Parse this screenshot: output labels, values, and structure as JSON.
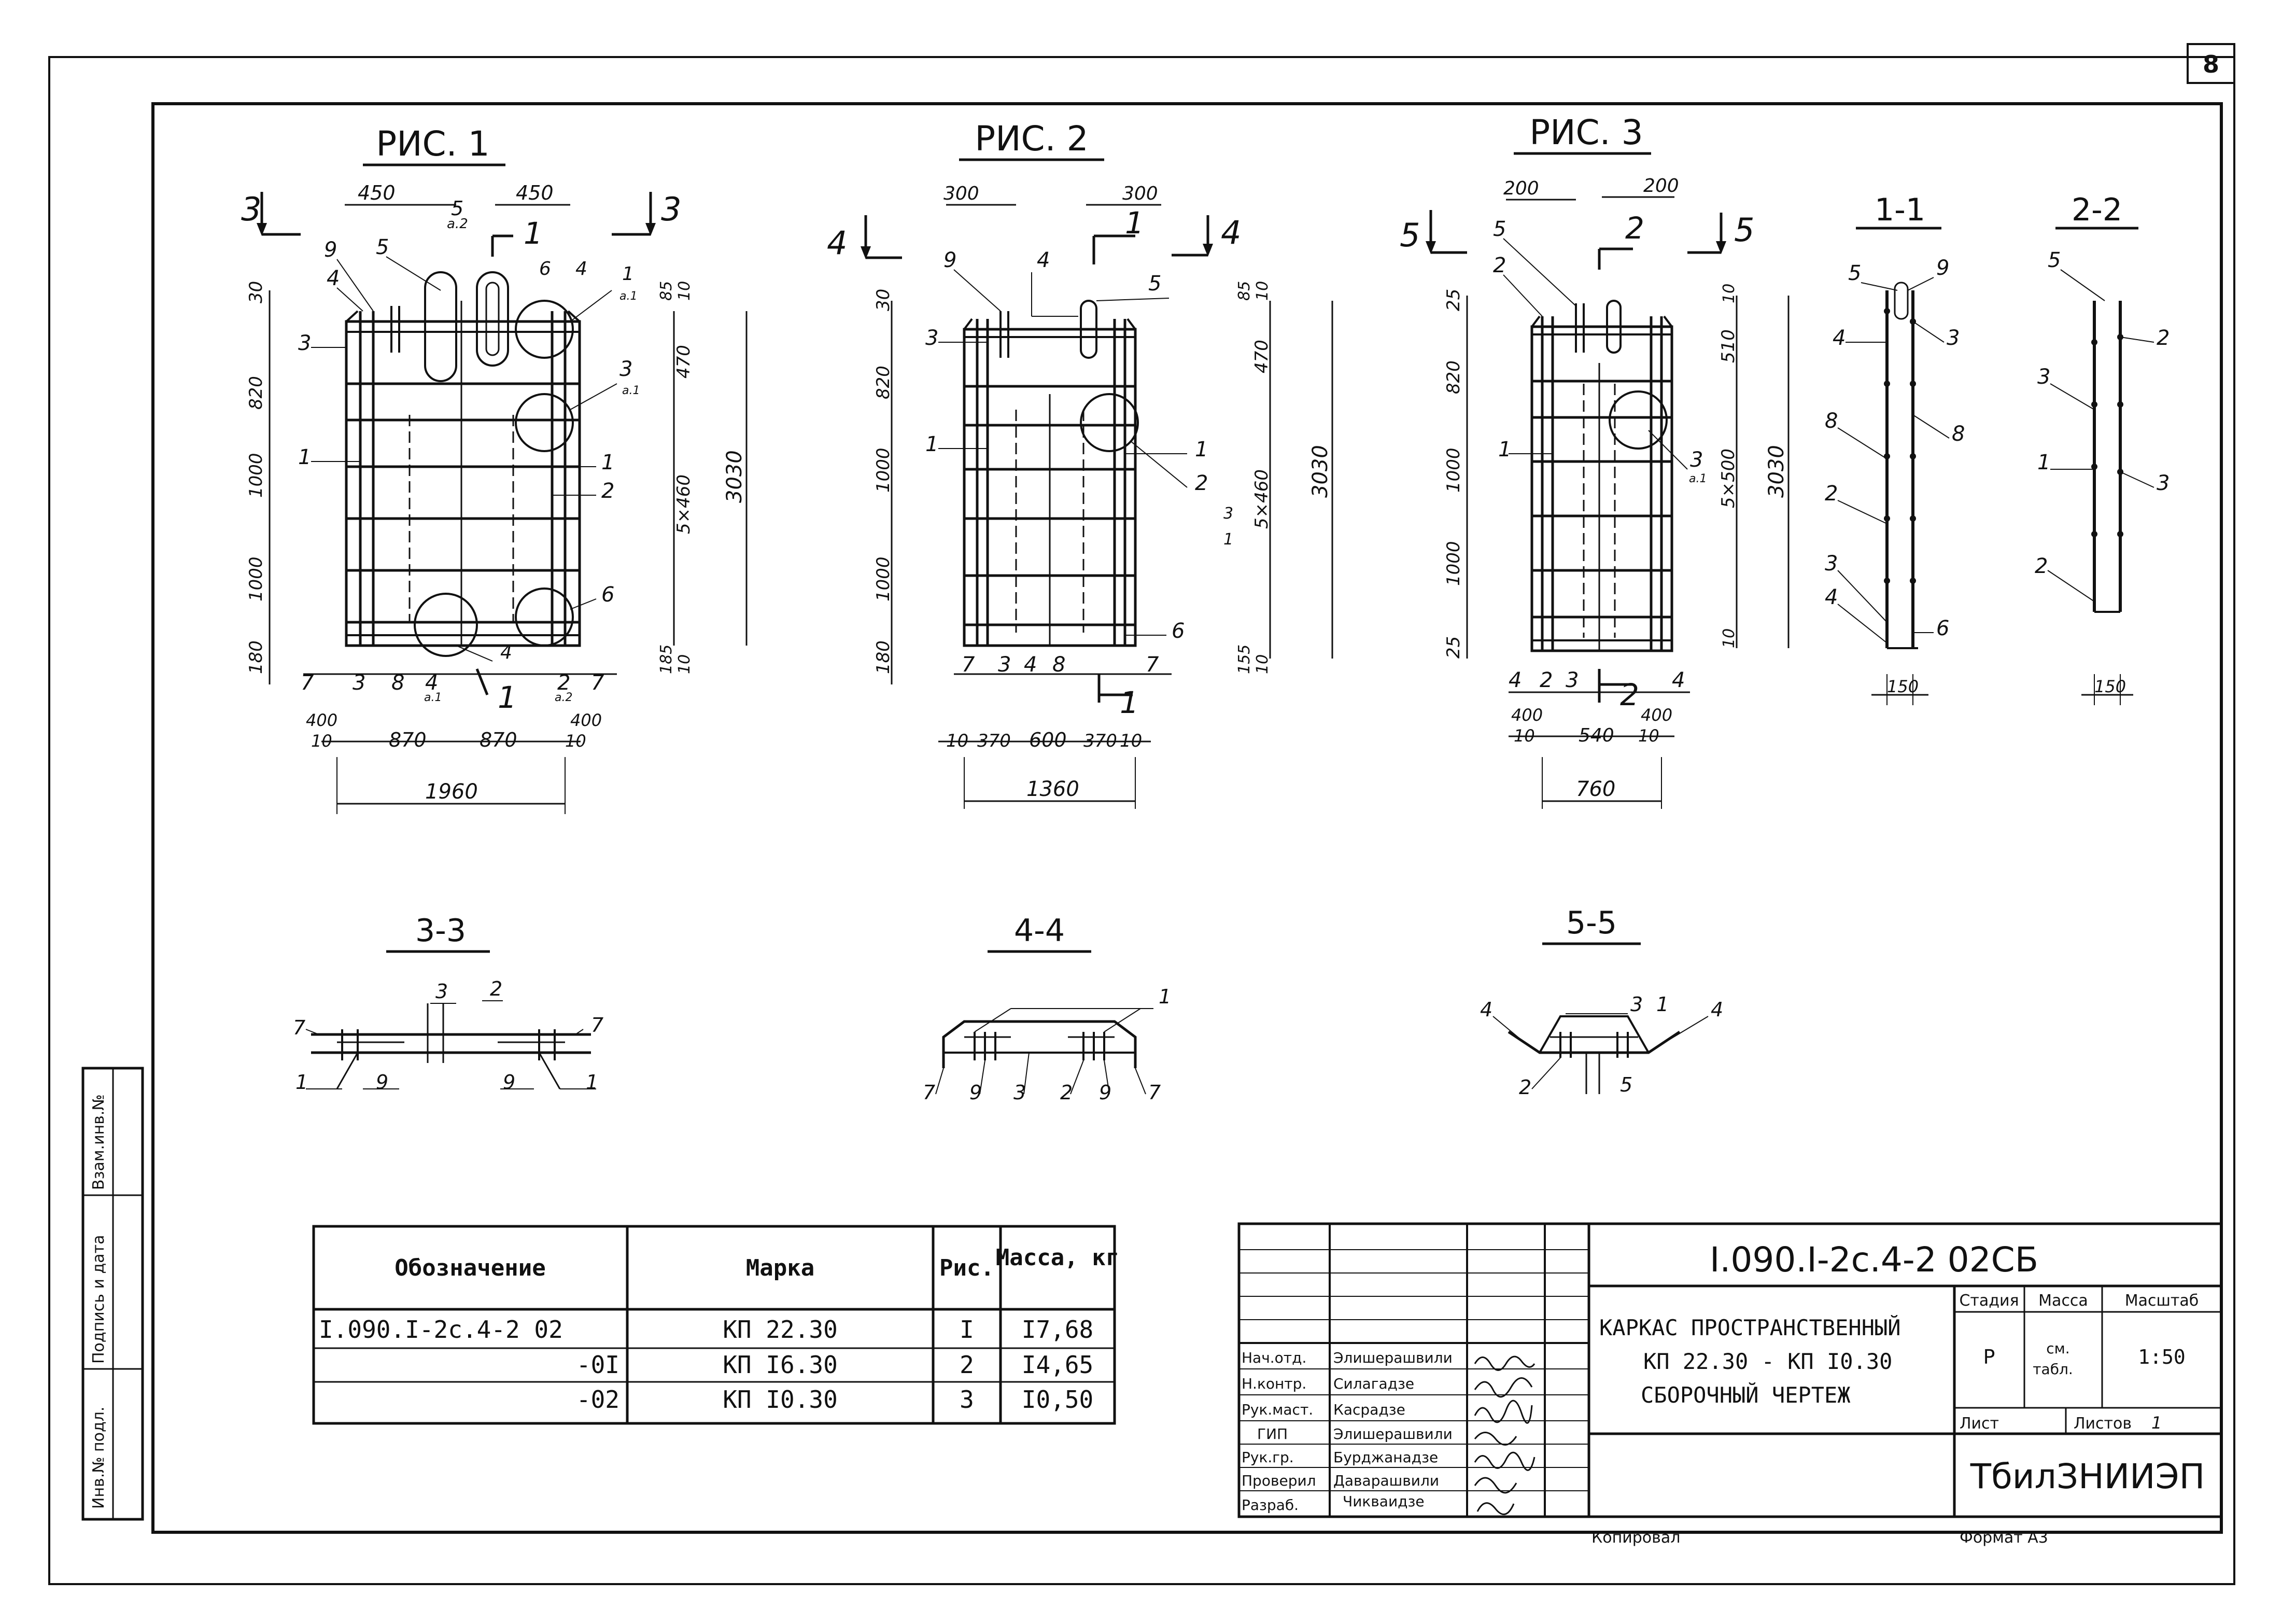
{
  "sheet": {
    "number": "8",
    "copied_label": "Копировал",
    "format_label": "Формат А3",
    "side_stamps": [
      "Инв.№ подл.",
      "Подпись и дата",
      "Взам.инв.№"
    ]
  },
  "fig1": {
    "title": "РИС. 1",
    "section_marks": [
      "3",
      "3"
    ],
    "cut_marks": [
      "1",
      "1"
    ],
    "top_dims": [
      "450",
      "5",
      "450"
    ],
    "top_sub": "a.2",
    "left_dims": [
      "30",
      "820",
      "1000",
      "1000",
      "180"
    ],
    "right_dims": [
      "85",
      "10",
      "470",
      "5×460",
      "3030",
      "185",
      "10"
    ],
    "callouts_top": [
      "9",
      "5",
      "6",
      "4",
      "1"
    ],
    "callouts_left": [
      "4",
      "3",
      "1",
      "1"
    ],
    "callouts_right": [
      "3",
      "1",
      "2",
      "6"
    ],
    "callouts_bottom": [
      "7",
      "3",
      "8",
      "4",
      "4",
      "2",
      "7"
    ],
    "sub_labels": [
      "a.1",
      "a.2"
    ],
    "bottom_dims": [
      "400",
      "10",
      "870",
      "870",
      "400",
      "10"
    ],
    "overall_width": "1960"
  },
  "fig2": {
    "title": "РИС. 2",
    "section_marks": [
      "4",
      "4"
    ],
    "cut_marks": [
      "1",
      "1"
    ],
    "top_dims": [
      "300",
      "300"
    ],
    "left_dims": [
      "30",
      "820",
      "1000",
      "1000",
      "180"
    ],
    "right_dims": [
      "85",
      "10",
      "470",
      "5×460",
      "3030",
      "155",
      "10"
    ],
    "callouts_top": [
      "9",
      "4",
      "5"
    ],
    "callouts_left": [
      "3",
      "1"
    ],
    "callouts_right": [
      "1",
      "2",
      "3",
      "1",
      "6"
    ],
    "callouts_bottom": [
      "7",
      "3",
      "4",
      "8",
      "7"
    ],
    "bottom_dims": [
      "10",
      "370",
      "600",
      "370",
      "10"
    ],
    "overall_width": "1360"
  },
  "fig3": {
    "title": "РИС. 3",
    "section_marks": [
      "5",
      "5"
    ],
    "cut_marks": [
      "2",
      "2"
    ],
    "top_dims": [
      "200",
      "200"
    ],
    "left_dims": [
      "25",
      "820",
      "1000",
      "1000",
      "25"
    ],
    "right_dims": [
      "10",
      "510",
      "5×500",
      "3030",
      "10"
    ],
    "callouts_top": [
      "5",
      "2"
    ],
    "callouts_left": [
      "1"
    ],
    "callouts_right": [
      "3",
      "a.1"
    ],
    "callouts_bottom": [
      "4",
      "2",
      "3",
      "4"
    ],
    "bottom_dims": [
      "400",
      "10",
      "540",
      "400",
      "10"
    ],
    "overall_width": "760"
  },
  "sec11": {
    "title": "1-1",
    "labels_left": [
      "5",
      "4",
      "8",
      "2",
      "3",
      "4"
    ],
    "labels_right": [
      "9",
      "3",
      "8",
      "6"
    ],
    "width": "150"
  },
  "sec22": {
    "title": "2-2",
    "labels_left": [
      "5",
      "3",
      "1",
      "2"
    ],
    "labels_right": [
      "2",
      "3"
    ],
    "width": "150"
  },
  "sec33": {
    "title": "3-3",
    "labels": [
      "7",
      "3",
      "2",
      "7",
      "1",
      "9",
      "9",
      "1"
    ]
  },
  "sec44": {
    "title": "4-4",
    "labels": [
      "1",
      "7",
      "9",
      "3",
      "2",
      "9",
      "7"
    ]
  },
  "sec55": {
    "title": "5-5",
    "labels": [
      "4",
      "3",
      "1",
      "4",
      "2",
      "5"
    ]
  },
  "spec_table": {
    "headers": [
      "Обозначение",
      "Марка",
      "Рис.",
      "Масса, кг"
    ],
    "rows": [
      {
        "designation": "I.090.I-2с.4-2 02",
        "mark": "КП 22.30",
        "fig": "I",
        "mass": "I7,68"
      },
      {
        "designation": "-0I",
        "mark": "КП I6.30",
        "fig": "2",
        "mass": "I4,65"
      },
      {
        "designation": "-02",
        "mark": "КП I0.30",
        "fig": "3",
        "mass": "I0,50"
      }
    ]
  },
  "title_block": {
    "doc_code": "I.090.I-2с.4-2 02СБ",
    "title_lines": [
      "КАРКАС ПРОСТРАНСТВЕННЫЙ",
      "КП 22.30 - КП I0.30",
      "СБОРОЧНЫЙ ЧЕРТЕЖ"
    ],
    "stage_header": "Стадия",
    "mass_header": "Масса",
    "scale_header": "Масштаб",
    "stage": "Р",
    "mass_line1": "см.",
    "mass_line2": "табл.",
    "scale": "1:50",
    "sheet_label": "Лист",
    "sheets_label": "Листов",
    "sheets_count": "1",
    "organization": "ТбилЗНИИЭП",
    "staff": [
      {
        "role": "Нач.отд.",
        "name": "Элишерашвили"
      },
      {
        "role": "Н.контр.",
        "name": "Силагадзе"
      },
      {
        "role": "Рук.маст.",
        "name": "Касрадзе"
      },
      {
        "role": "ГИП",
        "name": "Элишерашвили"
      },
      {
        "role": "Рук.гр.",
        "name": "Бурджанадзе"
      },
      {
        "role": "Проверил",
        "name": "Даварашвили"
      },
      {
        "role": "Разраб.",
        "name": "Чикваидзе"
      }
    ]
  }
}
